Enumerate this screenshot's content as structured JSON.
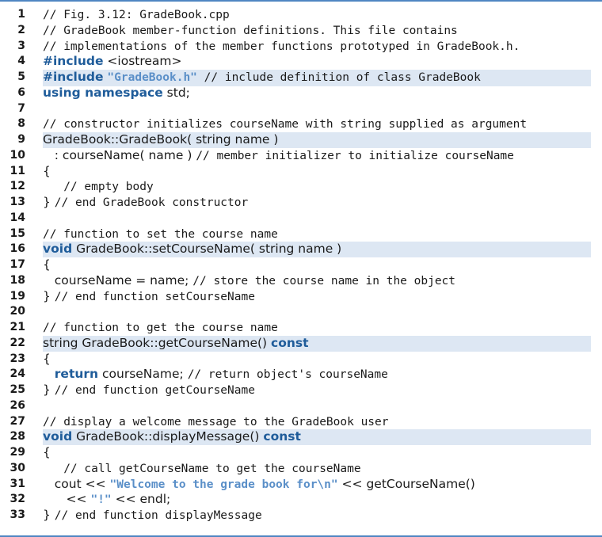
{
  "colors": {
    "rule": "#4f86c2",
    "highlight": "#dde7f3",
    "keyword": "#1f5c9a",
    "string": "#5a8fc8"
  },
  "lines": [
    {
      "n": "1",
      "hl": false,
      "tokens": [
        {
          "t": "// Fig. 3.12: GradeBook.cpp",
          "c": "comment"
        }
      ]
    },
    {
      "n": "2",
      "hl": false,
      "tokens": [
        {
          "t": "// GradeBook member-function definitions. This file contains",
          "c": "comment"
        }
      ]
    },
    {
      "n": "3",
      "hl": false,
      "tokens": [
        {
          "t": "// implementations of the member functions prototyped in GradeBook.h.",
          "c": "comment"
        }
      ]
    },
    {
      "n": "4",
      "hl": false,
      "tokens": [
        {
          "t": "#include",
          "c": "kw"
        },
        {
          "t": " <iostream>",
          "c": "plain"
        }
      ]
    },
    {
      "n": "5",
      "hl": true,
      "tokens": [
        {
          "t": "#include",
          "c": "kw"
        },
        {
          "t": " ",
          "c": "plain"
        },
        {
          "t": "\"GradeBook.h\"",
          "c": "str"
        },
        {
          "t": " // include definition of class GradeBook",
          "c": "comment"
        }
      ]
    },
    {
      "n": "6",
      "hl": false,
      "tokens": [
        {
          "t": "using namespace",
          "c": "kw"
        },
        {
          "t": " std;",
          "c": "plain"
        }
      ]
    },
    {
      "n": "7",
      "hl": false,
      "tokens": []
    },
    {
      "n": "8",
      "hl": false,
      "tokens": [
        {
          "t": "// constructor initializes courseName with string supplied as argument",
          "c": "comment"
        }
      ]
    },
    {
      "n": "9",
      "hl": true,
      "tokens": [
        {
          "t": "GradeBook::GradeBook( string name )",
          "c": "plain"
        }
      ]
    },
    {
      "n": "10",
      "hl": false,
      "tokens": [
        {
          "t": "   : courseName( name ) ",
          "c": "plain"
        },
        {
          "t": "// member initializer to initialize courseName",
          "c": "comment"
        }
      ]
    },
    {
      "n": "11",
      "hl": false,
      "tokens": [
        {
          "t": "{",
          "c": "plain"
        }
      ]
    },
    {
      "n": "12",
      "hl": false,
      "tokens": [
        {
          "t": "   // empty body",
          "c": "comment"
        }
      ]
    },
    {
      "n": "13",
      "hl": false,
      "tokens": [
        {
          "t": "} ",
          "c": "plain"
        },
        {
          "t": "// end GradeBook constructor",
          "c": "comment"
        }
      ]
    },
    {
      "n": "14",
      "hl": false,
      "tokens": []
    },
    {
      "n": "15",
      "hl": false,
      "tokens": [
        {
          "t": "// function to set the course name",
          "c": "comment"
        }
      ]
    },
    {
      "n": "16",
      "hl": true,
      "tokens": [
        {
          "t": "void",
          "c": "kw"
        },
        {
          "t": " GradeBook::setCourseName( string name )",
          "c": "plain"
        }
      ]
    },
    {
      "n": "17",
      "hl": false,
      "tokens": [
        {
          "t": "{",
          "c": "plain"
        }
      ]
    },
    {
      "n": "18",
      "hl": false,
      "tokens": [
        {
          "t": "   courseName = name; ",
          "c": "plain"
        },
        {
          "t": "// store the course name in the object",
          "c": "comment"
        }
      ]
    },
    {
      "n": "19",
      "hl": false,
      "tokens": [
        {
          "t": "} ",
          "c": "plain"
        },
        {
          "t": "// end function setCourseName",
          "c": "comment"
        }
      ]
    },
    {
      "n": "20",
      "hl": false,
      "tokens": []
    },
    {
      "n": "21",
      "hl": false,
      "tokens": [
        {
          "t": "// function to get the course name",
          "c": "comment"
        }
      ]
    },
    {
      "n": "22",
      "hl": true,
      "tokens": [
        {
          "t": "string GradeBook::getCourseName() ",
          "c": "plain"
        },
        {
          "t": "const",
          "c": "kw"
        }
      ]
    },
    {
      "n": "23",
      "hl": false,
      "tokens": [
        {
          "t": "{",
          "c": "plain"
        }
      ]
    },
    {
      "n": "24",
      "hl": false,
      "tokens": [
        {
          "t": "   ",
          "c": "plain"
        },
        {
          "t": "return",
          "c": "kw"
        },
        {
          "t": " courseName; ",
          "c": "plain"
        },
        {
          "t": "// return object's courseName",
          "c": "comment"
        }
      ]
    },
    {
      "n": "25",
      "hl": false,
      "tokens": [
        {
          "t": "} ",
          "c": "plain"
        },
        {
          "t": "// end function getCourseName",
          "c": "comment"
        }
      ]
    },
    {
      "n": "26",
      "hl": false,
      "tokens": []
    },
    {
      "n": "27",
      "hl": false,
      "tokens": [
        {
          "t": "// display a welcome message to the GradeBook user",
          "c": "comment"
        }
      ]
    },
    {
      "n": "28",
      "hl": true,
      "tokens": [
        {
          "t": "void",
          "c": "kw"
        },
        {
          "t": " GradeBook::displayMessage() ",
          "c": "plain"
        },
        {
          "t": "const",
          "c": "kw"
        }
      ]
    },
    {
      "n": "29",
      "hl": false,
      "tokens": [
        {
          "t": "{",
          "c": "plain"
        }
      ]
    },
    {
      "n": "30",
      "hl": false,
      "tokens": [
        {
          "t": "   // call getCourseName to get the courseName",
          "c": "comment"
        }
      ]
    },
    {
      "n": "31",
      "hl": false,
      "tokens": [
        {
          "t": "   cout << ",
          "c": "plain"
        },
        {
          "t": "\"Welcome to the grade book for\\n\"",
          "c": "str"
        },
        {
          "t": " << getCourseName()",
          "c": "plain"
        }
      ]
    },
    {
      "n": "32",
      "hl": false,
      "tokens": [
        {
          "t": "      << ",
          "c": "plain"
        },
        {
          "t": "\"!\"",
          "c": "str"
        },
        {
          "t": " << endl;",
          "c": "plain"
        }
      ]
    },
    {
      "n": "33",
      "hl": false,
      "tokens": [
        {
          "t": "} ",
          "c": "plain"
        },
        {
          "t": "// end function displayMessage",
          "c": "comment"
        }
      ]
    }
  ]
}
